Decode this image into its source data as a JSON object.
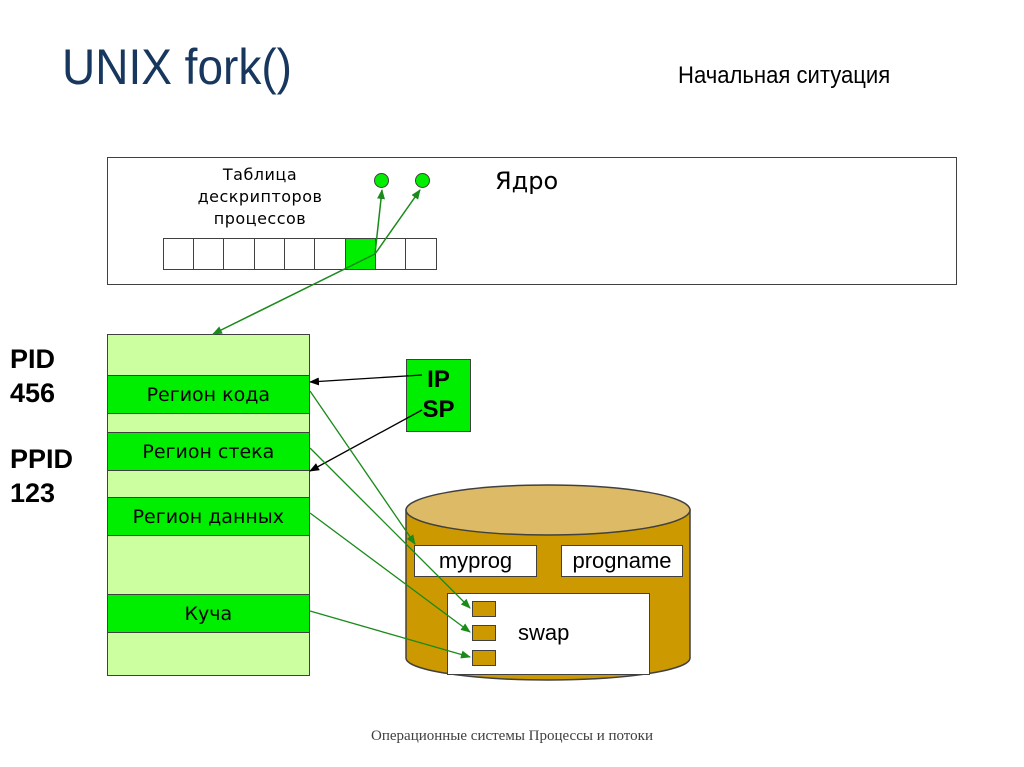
{
  "title": "UNIX fork()",
  "subtitle": "Начальная ситуация",
  "footer": "Операционные системы Процессы и потоки",
  "kernel": {
    "label": "Ядро",
    "table_label": "Таблица дескрипторов процессов",
    "table_cells": 9,
    "active_cell_index": 6
  },
  "process": {
    "pid_label": "PID",
    "pid_value": "456",
    "ppid_label": "PPID",
    "ppid_value": "123",
    "regions": [
      {
        "label": "Регион кода"
      },
      {
        "label": "Регион стека"
      },
      {
        "label": "Регион данных"
      },
      {
        "label": "Куча"
      }
    ]
  },
  "registers": {
    "ip": "IP",
    "sp": "SP"
  },
  "disk": {
    "files": [
      "myprog",
      "progname"
    ],
    "swap_label": "swap",
    "swap_slots": 3
  },
  "colors": {
    "green": "#00ee00",
    "light_green": "#ccffa0",
    "disk_body": "#cc9900",
    "disk_top": "#ddbb66",
    "arrow_green": "#1a8a1a",
    "title_blue": "#17375e"
  }
}
